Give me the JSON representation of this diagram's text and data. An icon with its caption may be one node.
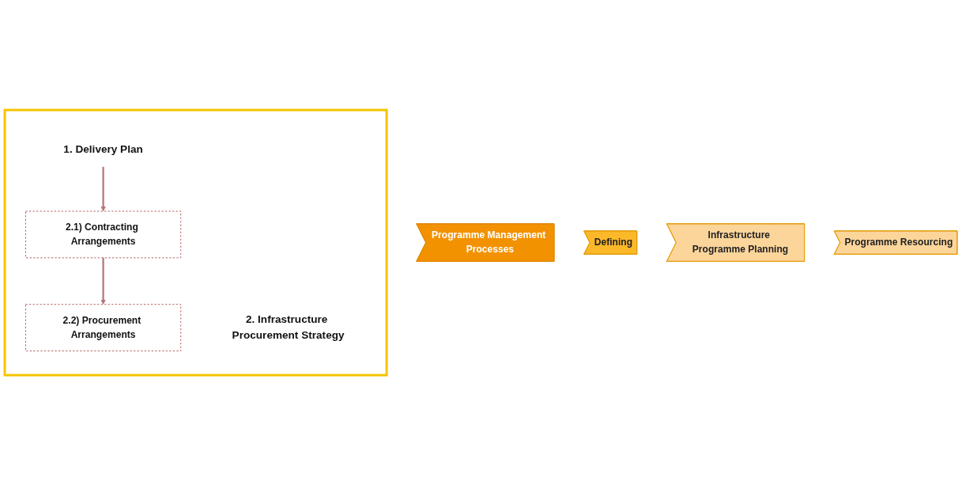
{
  "diagram": {
    "nodes": [
      {
        "text": [
          "Programme Management Processes"
        ]
      },
      {
        "text": [
          "Defining"
        ]
      },
      {
        "text": [
          "Infrastructure Programme Planning"
        ]
      },
      {
        "text": [
          "Programme Resourcing"
        ]
      },
      {
        "text": [],
        "shape": "box"
      },
      {
        "text": [
          "1. Delivery Plan"
        ],
        "in": 4
      },
      {
        "text": [
          "2. Infrastructure Procurement Strategy"
        ],
        "in": 4
      },
      {
        "text": [
          "2.2) Procurement Arrangements"
        ],
        "in": 4
      },
      {
        "text": [
          "2.1) Contracting Arrangements"
        ],
        "in": 4
      }
    ],
    "edges": [
      {
        "from": 5,
        "to": 8,
        "arrow": "to"
      },
      {
        "from": 8,
        "to": 7,
        "arrow": "to"
      }
    ]
  }
}
